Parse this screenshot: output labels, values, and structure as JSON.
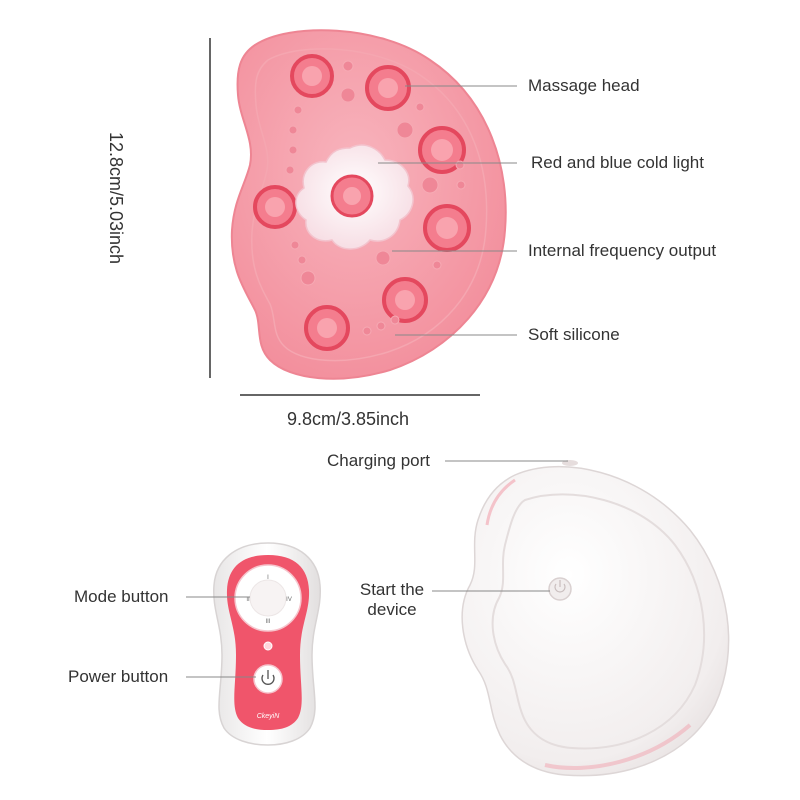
{
  "dimensions": {
    "height": "12.8cm/5.03inch",
    "width": "9.8cm/3.85inch"
  },
  "callouts": {
    "massage_head": "Massage head",
    "cold_light": "Red and blue cold light",
    "frequency_output": "Internal frequency output",
    "soft_silicone": "Soft silicone",
    "charging_port": "Charging port",
    "start_device_line1": "Start the",
    "start_device_line2": "device",
    "mode_button": "Mode button",
    "power_button": "Power button"
  },
  "remote": {
    "mode_marks": [
      "I",
      "II",
      "III",
      "IV"
    ],
    "brand": "CkeyiN"
  },
  "colors": {
    "pad_pink": "#f49aa6",
    "pad_ring": "#e4485e",
    "remote_red": "#f0556b",
    "device_white": "#f4f2f2"
  }
}
